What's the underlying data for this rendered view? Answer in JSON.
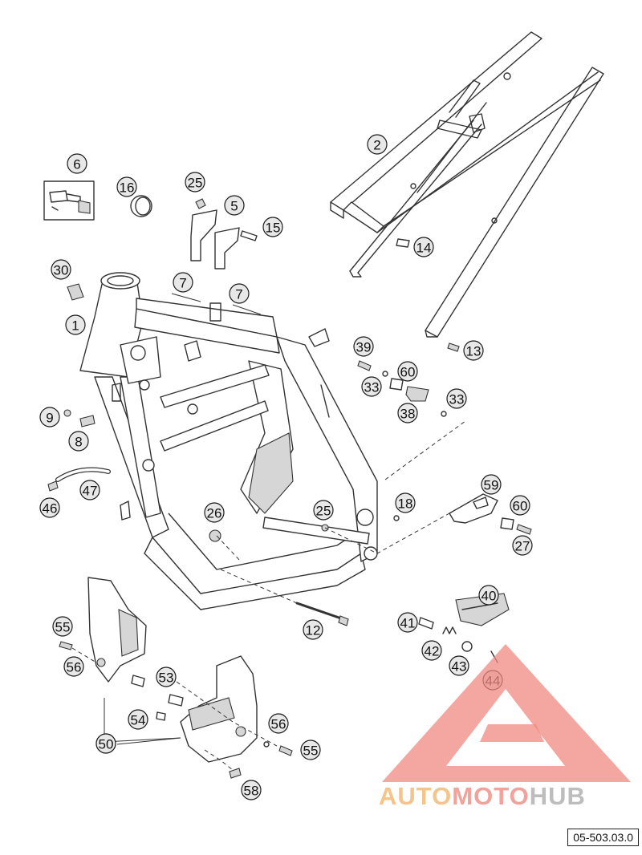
{
  "diagram": {
    "callouts": [
      "1",
      "2",
      "5",
      "6",
      "7",
      "7",
      "8",
      "9",
      "12",
      "13",
      "14",
      "15",
      "16",
      "18",
      "25",
      "25",
      "26",
      "27",
      "30",
      "33",
      "33",
      "38",
      "39",
      "40",
      "41",
      "42",
      "43",
      "44",
      "46",
      "47",
      "50",
      "50",
      "53",
      "54",
      "55",
      "55",
      "56",
      "56",
      "58",
      "59",
      "60",
      "60"
    ],
    "diagram_code": "05-503.03.0"
  },
  "watermark": {
    "word_part_1": "AUTO",
    "word_part_2": "MOTO",
    "word_part_3": "HUB",
    "colors": {
      "part_1": "#f4c48a",
      "part_2": "#f2a29a",
      "part_3": "#bdbdbd",
      "triangle": "#f08a80"
    }
  }
}
